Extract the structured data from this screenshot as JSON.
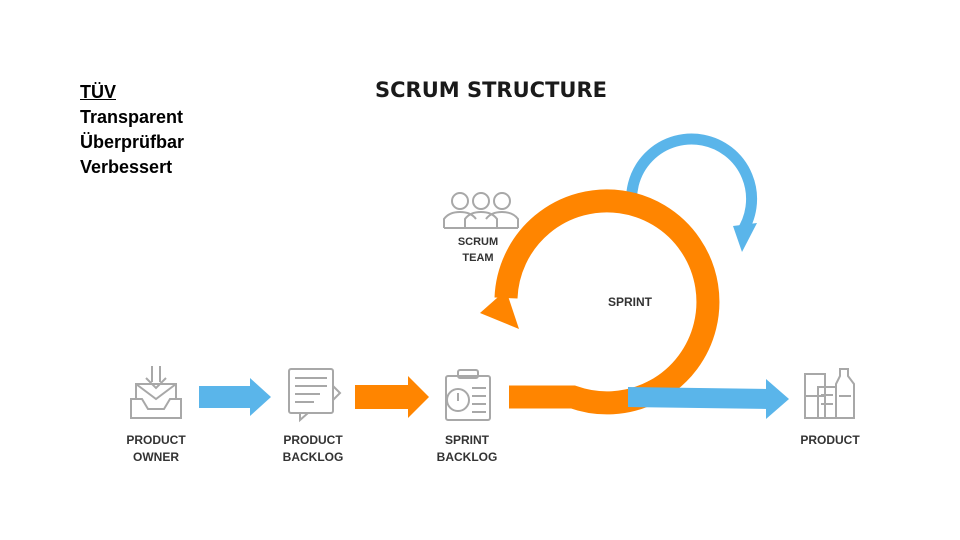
{
  "tuv": {
    "heading": "TÜV",
    "lines": [
      "Transparent",
      "Überprüfbar",
      "Verbessert"
    ]
  },
  "title": "SCRUM STRUCTURE",
  "labels": {
    "product_owner": [
      "PRODUCT",
      "OWNER"
    ],
    "product_backlog": [
      "PRODUCT",
      "BACKLOG"
    ],
    "sprint_backlog": [
      "SPRINT",
      "BACKLOG"
    ],
    "product": "PRODUCT",
    "scrum_team": [
      "SCRUM",
      "TEAM"
    ],
    "sprint": "SPRINT"
  },
  "icons": [
    "inbox-icon",
    "document-icon",
    "clipboard-icon",
    "products-icon",
    "team-icon"
  ],
  "colors": {
    "blue": "#5AB5EA",
    "orange": "#FF8500",
    "icon_gray": "#A8A8A8",
    "label": "#333333"
  }
}
